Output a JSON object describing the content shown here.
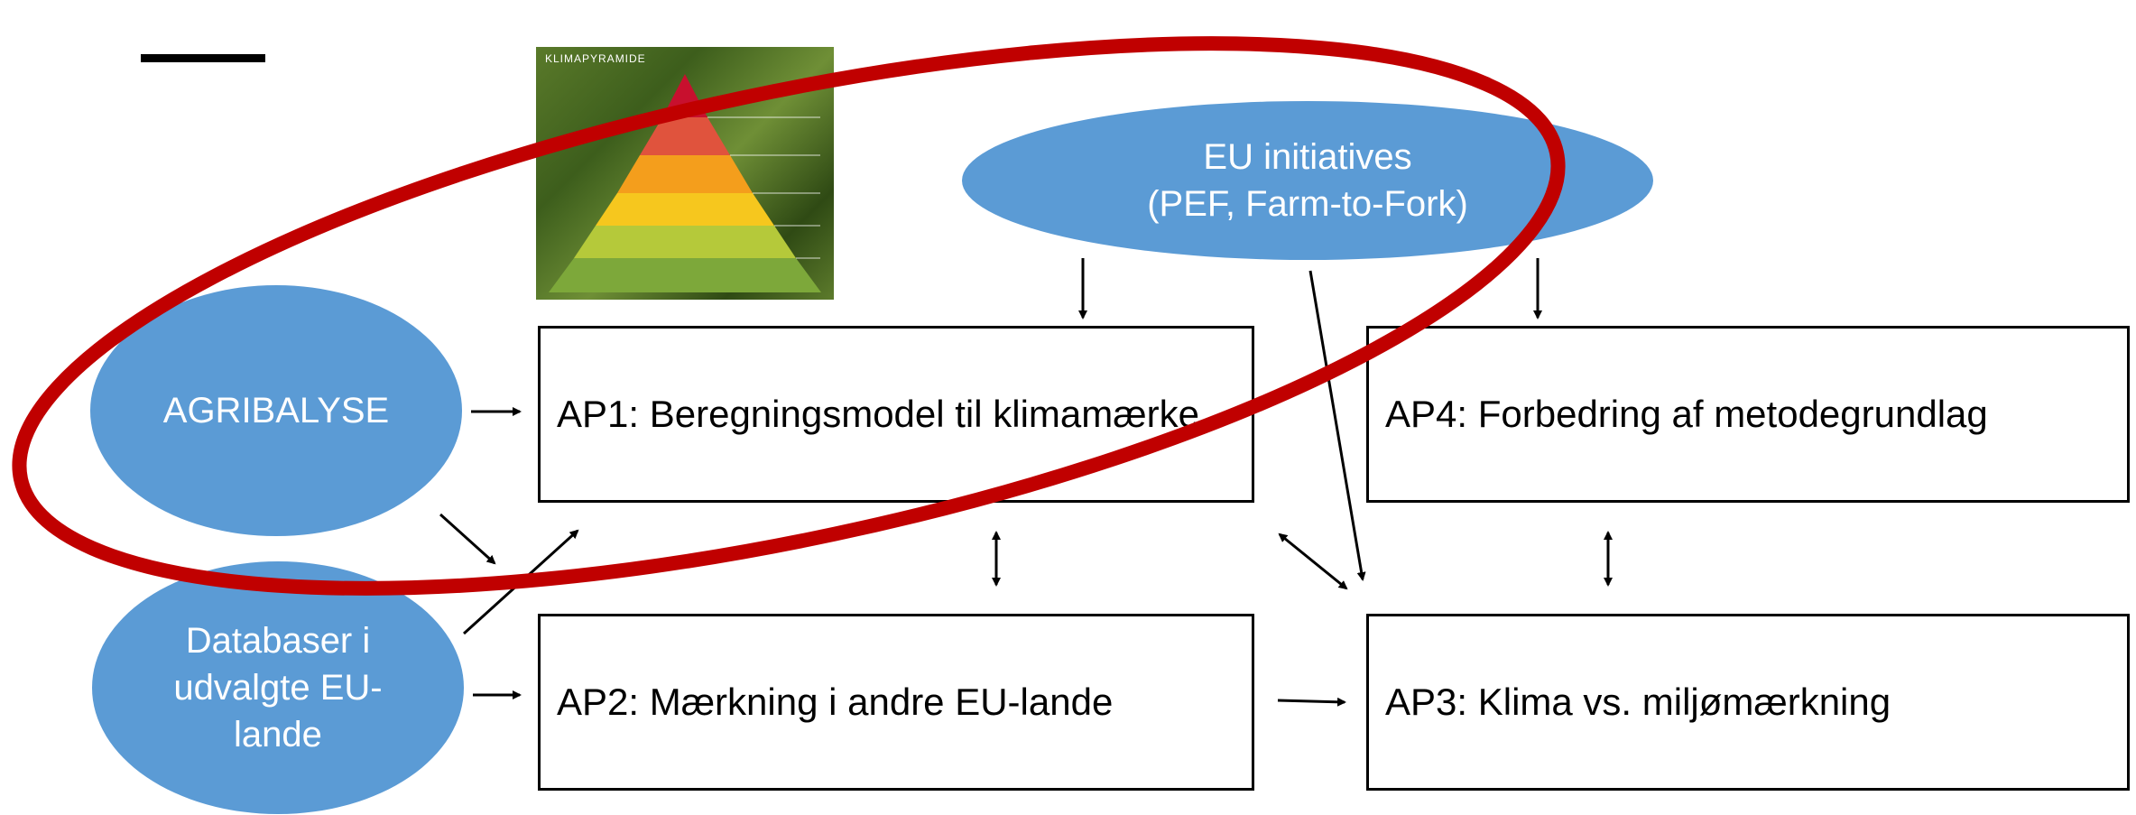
{
  "colors": {
    "ellipse_fill": "#5B9BD5",
    "red_outline": "#C00000",
    "box_border": "#000000",
    "pyramid_levels": [
      "#C8102E",
      "#E0533D",
      "#F49E1C",
      "#F6C71E",
      "#B5C93A",
      "#7DA83A"
    ]
  },
  "icons": {
    "pyramid": "climate-pyramid-image"
  },
  "ellipses": {
    "agribalyse": "AGRIBALYSE",
    "eu_initiatives_line1": "EU initiatives",
    "eu_initiatives_line2": "(PEF, Farm-to-Fork)",
    "databaser_line1": "Databaser i",
    "databaser_line2": "udvalgte EU-",
    "databaser_line3": "lande"
  },
  "boxes": {
    "ap1": "AP1: Beregningsmodel til klimamærke",
    "ap2": "AP2: Mærkning i andre EU-lande",
    "ap3": "AP3: Klima vs. miljømærkning",
    "ap4": "AP4: Forbedring af metodegrundlag"
  },
  "pyramid": {
    "title": "KLIMAPYRAMIDE"
  }
}
